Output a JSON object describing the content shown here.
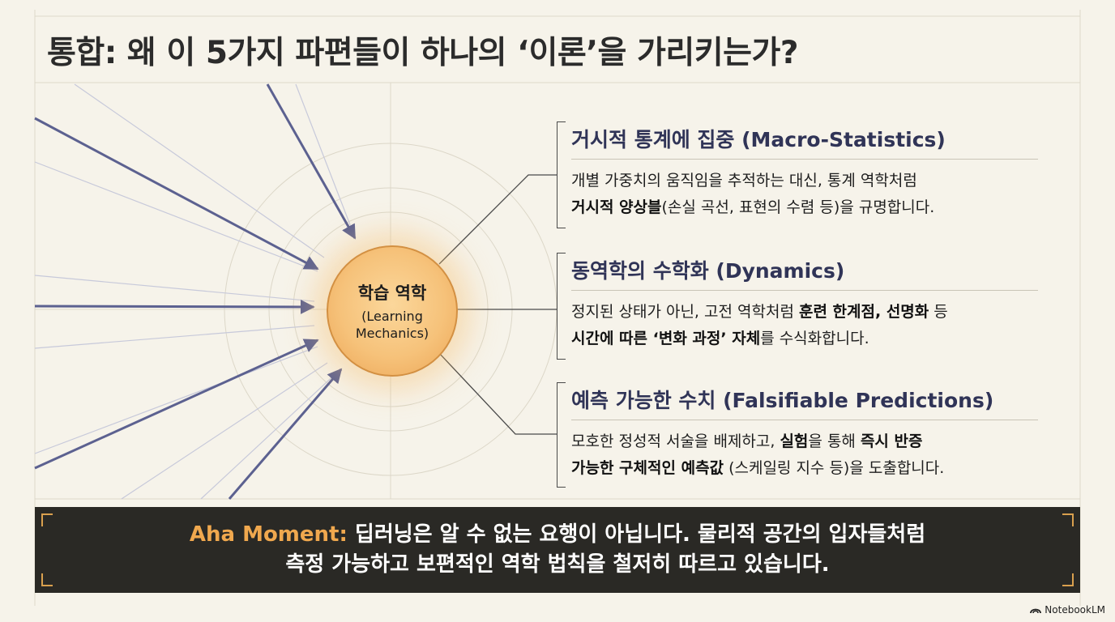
{
  "title": "통합: 왜 이 5가지 파편들이 하나의 ‘이론’을 가리키는가?",
  "core": {
    "title": "학습 역학",
    "subtitle": "(Learning Mechanics)"
  },
  "cards": [
    {
      "heading": "거시적 통계에 집중 (Macro-Statistics)",
      "line1": [
        {
          "text": "개별 가중치의 움직임을 추적하는 대신, 통계 역학처럼",
          "bold": false
        }
      ],
      "line2": [
        {
          "text": "거시적 양상블",
          "bold": true
        },
        {
          "text": "(손실 곡선, 표현의 수렴 등)을 규명합니다.",
          "bold": false
        }
      ]
    },
    {
      "heading": "동역학의 수학화 (Dynamics)",
      "line1": [
        {
          "text": "정지된 상태가 아닌, 고전 역학처럼 ",
          "bold": false
        },
        {
          "text": "훈련 한계점, 선명화",
          "bold": true
        },
        {
          "text": " 등",
          "bold": false
        }
      ],
      "line2": [
        {
          "text": "시간에 따른 ‘변화 과정’ 자체",
          "bold": true
        },
        {
          "text": "를 수식화합니다.",
          "bold": false
        }
      ]
    },
    {
      "heading": "예측 가능한 수치 (Falsifiable Predictions)",
      "line1": [
        {
          "text": "모호한 정성적 서술을 배제하고, ",
          "bold": false
        },
        {
          "text": "실험",
          "bold": true
        },
        {
          "text": "을 통해 ",
          "bold": false
        },
        {
          "text": "즉시 반증",
          "bold": true
        }
      ],
      "line2": [
        {
          "text": "가능한 구체적인 예측값",
          "bold": true
        },
        {
          "text": " (스케일링 지수 등)을 도출합니다.",
          "bold": false
        }
      ]
    }
  ],
  "banner": {
    "label": "Aha Moment:",
    "line1": " 딥러닝은 알 수 없는 요행이 아닙니다. 물리적 공간의 입자들처럼",
    "line2": "측정 가능하고 보편적인 역학 법칙을 철저히 따르고 있습니다."
  },
  "brand": "NotebookLM",
  "colors": {
    "background": "#f6f3ea",
    "arrow": "#5c6190",
    "core": "#f6c27a",
    "heading": "#303457",
    "banner_bg": "#2a2925",
    "accent": "#f0a84e"
  },
  "icons": {
    "brand": "notebooklm-logo-icon"
  }
}
